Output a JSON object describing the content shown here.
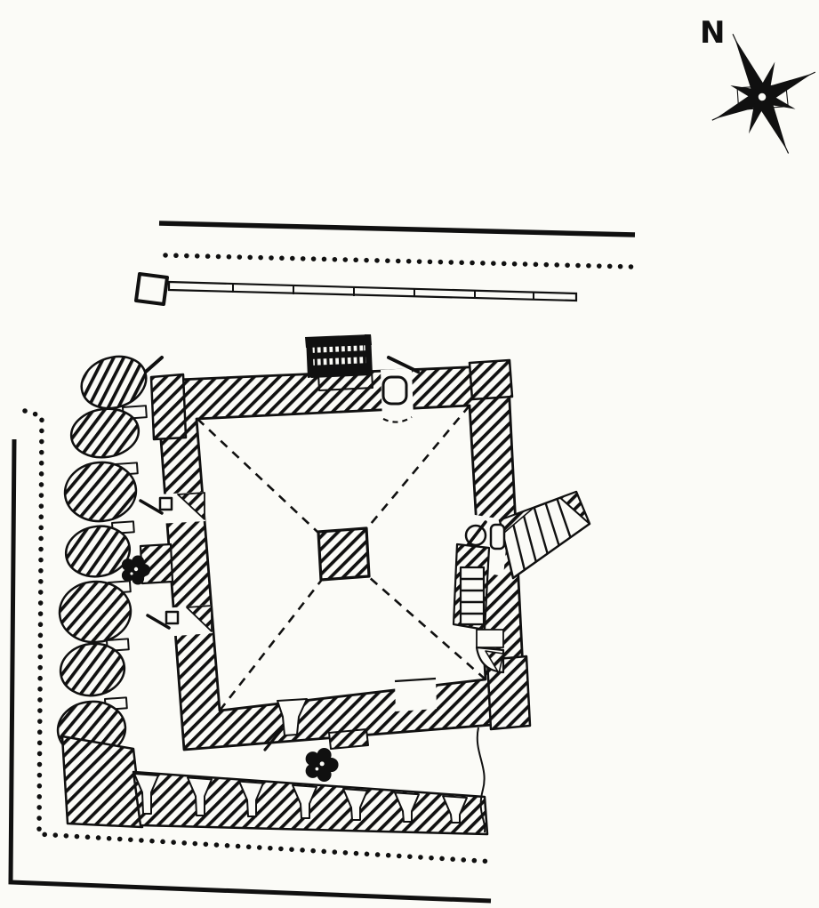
{
  "title": "Measured site plan: square fortified building with ruined outer enclosure",
  "colors": {
    "ink": "#101010",
    "paper": "#fbfbf7"
  },
  "compass": {
    "label": "N",
    "description": "eight-pointed compass rose, north toward upper left"
  },
  "features": {
    "upper_solid_line": "solid boundary / road line",
    "upper_dotted_line": "dotted boundary line",
    "segmented_rod": "long segmented channel with end block",
    "west_enclosure": "ruined enclosure wall of rounded hatched piers, west side",
    "south_enclosure": "ruined enclosure wall with funnel-shaped openings, south side",
    "outer_dotted_boundary": "dotted boundary, west and south",
    "outer_solid_boundary": "solid boundary, west and south",
    "main_building": "square building with thick hatched masonry walls",
    "north_gate": "north entrance with column and dashed door arc",
    "grille": "double railing / grille on north wall",
    "east_stair": "external staircase projecting northeast",
    "east_ladder_niche": "wall chamber with ladder, east wall",
    "east_arched_niche": "arched niche, east wall",
    "west_loopholes": "two splayed openings with door marks, west wall",
    "west_buttress": "projecting pier, west wall",
    "south_drain": "funnel opening through south wall",
    "courtyard_roof": "dashed hip lines converging on central pier",
    "central_pier": "central hatched pier",
    "rosette_west": "rosette ornament in west corridor",
    "rosette_south": "rosette ornament in south court"
  }
}
